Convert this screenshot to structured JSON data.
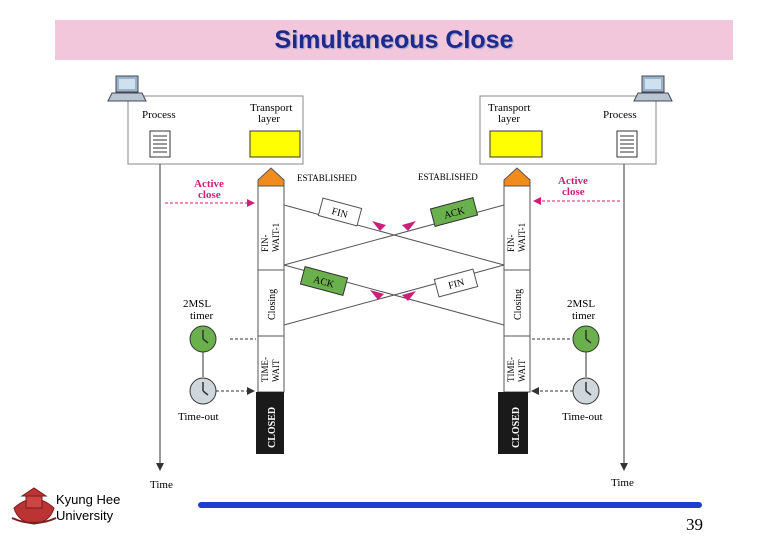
{
  "title": "Simultaneous Close",
  "slide_number": "39",
  "university": {
    "line1": "Kyung Hee",
    "line2": "University"
  },
  "left": {
    "process": "Process",
    "transport_line1": "Transport",
    "transport_line2": "layer",
    "state_established": "ESTABLISHED",
    "state_fin_wait_line1": "FIN-",
    "state_fin_wait_line2": "WAIT-1",
    "state_closing": "Closing",
    "state_time_wait_line1": "TIME-",
    "state_time_wait_line2": "WAIT",
    "state_closed": "CLOSED",
    "active_close_line1": "Active",
    "active_close_line2": "close",
    "timer_line1": "2MSL",
    "timer_line2": "timer",
    "timeout": "Time-out",
    "time_label": "Time"
  },
  "right": {
    "process": "Process",
    "transport_line1": "Transport",
    "transport_line2": "layer",
    "state_established": "ESTABLISHED",
    "state_fin_wait_line1": "FIN-",
    "state_fin_wait_line2": "WAIT-1",
    "state_closing": "Closing",
    "state_time_wait_line1": "TIME-",
    "state_time_wait_line2": "WAIT",
    "state_closed": "CLOSED",
    "active_close_line1": "Active",
    "active_close_line2": "close",
    "timer_line1": "2MSL",
    "timer_line2": "timer",
    "timeout": "Time-out",
    "time_label": "Time"
  },
  "segments": {
    "fin_left": "FIN",
    "ack_right": "ACK",
    "ack_left": "ACK",
    "fin_right": "FIN"
  },
  "colors": {
    "title": "#1d2a8c",
    "banner": "#f2c7db",
    "active_close": "#cc1f7a",
    "yellow": "#ffff00",
    "green": "#6ab04c",
    "bluebar": "#1f3fcb",
    "orange": "#f08c1e"
  }
}
